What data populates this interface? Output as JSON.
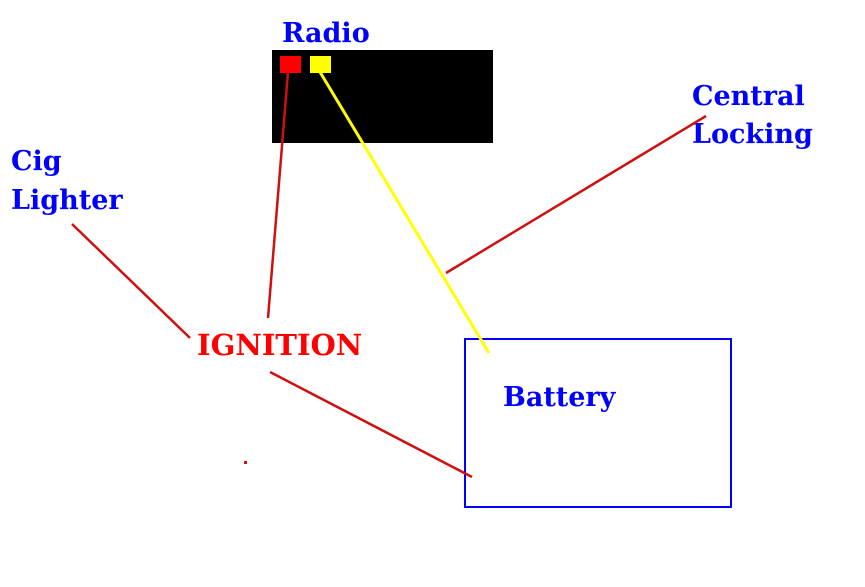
{
  "diagram": {
    "radio_label": "Radio",
    "central_locking_label": [
      "Central",
      "Locking"
    ],
    "cig_lighter_label": [
      "Cig",
      "Lighter"
    ],
    "ignition_label": "IGNITION",
    "battery_label": "Battery",
    "colors": {
      "labels": "#0000ff",
      "ignition": "#ff0000",
      "radio_body": "#000000",
      "radio_red_terminal": "#ff0000",
      "radio_yellow_terminal": "#ffff00",
      "red_wire": "#d01010",
      "yellow_wire": "#ffff00",
      "battery_outline": "#0000ff"
    }
  }
}
